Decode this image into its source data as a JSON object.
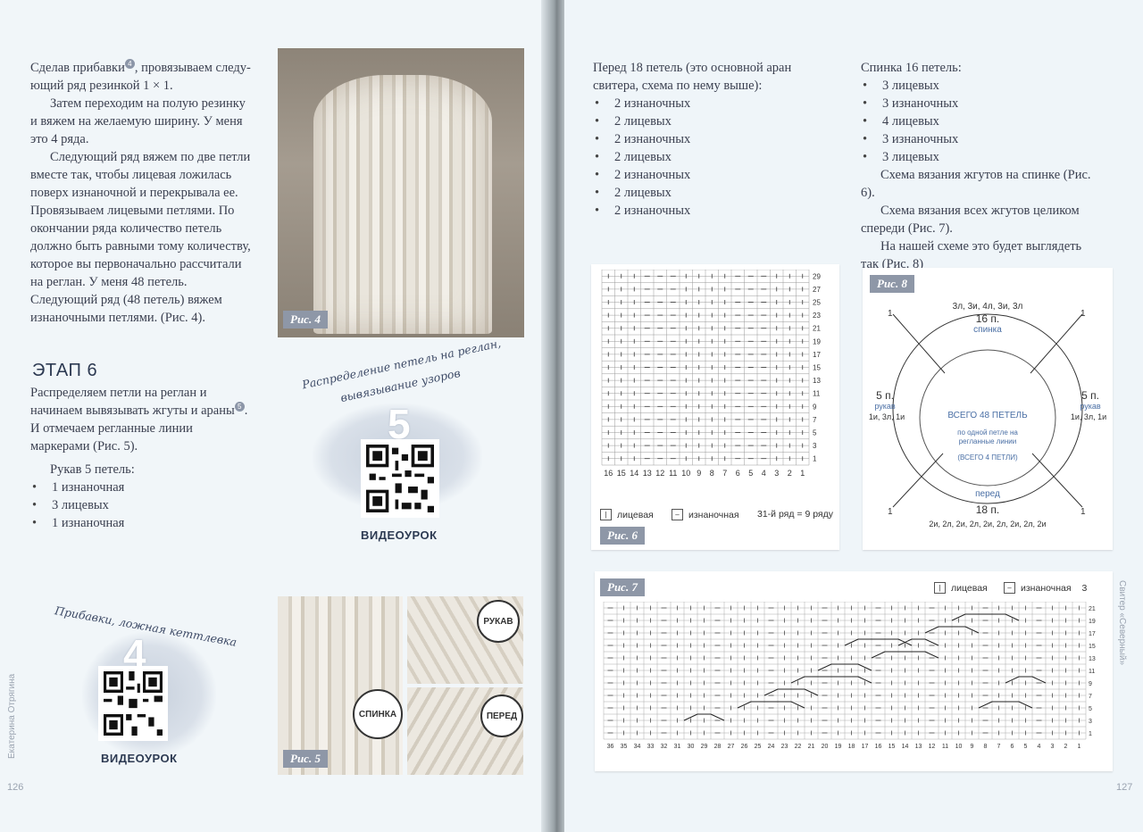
{
  "left_page": {
    "paragraph1_a": "Сделав прибавки",
    "paragraph1_sup": "4",
    "paragraph1_b": ", провязываем следу-ющий ряд резинкой 1 × 1.",
    "paragraph2": "Затем переходим на полую резинку и вяжем на желаемую ширину. У меня это 4 ряда.",
    "paragraph3": "Следующий ряд вяжем по две петли вместе так, чтобы лицевая ложилась поверх изнаночной и перекрывала ее. Провязываем лицевыми петлями. По окончании ряда количество петель должно быть равными тому количеству, которое вы первоначально рассчитали на реглан. У меня 48 петель. Следующий ряд (48 петель) вяжем изнаночными петлями. (Рис. 4).",
    "fig4_label": "Рис. 4",
    "stage_heading": "ЭТАП 6",
    "stage_text_a": "Распределяем петли на реглан и начинаем вывязывать жгуты и араны",
    "stage_sup": "5",
    "stage_text_b": ". И отмечаем регланные линии маркерами (Рис. 5).",
    "sleeve_title": "Рукав 5 петель:",
    "sleeve_items": [
      "1 изнаночная",
      "3 лицевых",
      "1 изнаночная"
    ],
    "qr5_caption_line1": "Распределение петель на реглан,",
    "qr5_caption_line2": "вывязывание узоров",
    "qr5_number": "5",
    "qr5_label": "ВИДЕОУРОК",
    "qr4_caption": "Прибавки, ложная кеттлевка",
    "qr4_number": "4",
    "qr4_label": "ВИДЕОУРОК",
    "fig5_label": "Рис. 5",
    "photo_tags": {
      "sleeve": "РУКАВ",
      "back": "СПИНКА",
      "front": "ПЕРЕД"
    },
    "side_text": "Екатерина Отрягина",
    "page_number": "126"
  },
  "right_page": {
    "front_intro": "Перед 18 петель (это основной аран свитера, схема по нему выше):",
    "front_items": [
      "2 изнаночных",
      "2 лицевых",
      "2 изнаночных",
      "2 лицевых",
      "2 изнаночных",
      "2 лицевых",
      "2 изнаночных"
    ],
    "back_intro": "Спинка 16 петель:",
    "back_items": [
      "3 лицевых",
      "3 изнаночных",
      "4 лицевых",
      "3 изнаночных",
      "3 лицевых"
    ],
    "back_p1": "Схема вязания жгутов на спинке (Рис. 6).",
    "back_p2": "Схема вязания всех жгутов целиком спереди (Рис. 7).",
    "back_p3": "На нашей схеме это будет выглядеть так (Рис. 8)",
    "fig6": {
      "label": "Рис. 6",
      "row_numbers": [
        "29",
        "27",
        "25",
        "23",
        "21",
        "19",
        "17",
        "15",
        "13",
        "11",
        "9",
        "7",
        "5",
        "3",
        "1"
      ],
      "col_numbers": [
        "16",
        "15",
        "14",
        "13",
        "12",
        "11",
        "10",
        "9",
        "8",
        "7",
        "6",
        "5",
        "4",
        "3",
        "2",
        "1"
      ],
      "legend_knit": "лицевая",
      "legend_purl": "изнаночная",
      "legend_note": "31-й ряд = 9 ряду",
      "knit_symbol": "|",
      "purl_symbol": "–"
    },
    "fig8": {
      "label": "Рис. 8",
      "top_formula": "3л, 3и, 4л, 3и, 3л",
      "top_count": "16 п.",
      "top_name": "спинка",
      "left_count": "5 п.",
      "left_name": "рукав",
      "left_formula": "1и, 3л, 1и",
      "right_count": "5 п.",
      "right_name": "рукав",
      "right_formula": "1и, 3л, 1и",
      "center_total": "ВСЕГО 48 ПЕТЕЛЬ",
      "center_note_line1": "по одной петле на",
      "center_note_line2": "регланные линии",
      "center_note_line3": "(ВСЕГО 4 ПЕТЛИ)",
      "bottom_name": "перед",
      "bottom_count": "18 п.",
      "bottom_formula": "2и, 2л, 2и, 2л, 2и, 2л, 2и, 2л, 2и",
      "corner_marks": [
        "1",
        "1",
        "1",
        "1"
      ]
    },
    "fig7": {
      "label": "Рис. 7",
      "legend_knit": "лицевая",
      "legend_purl": "изнаночная",
      "legend_extra": "3",
      "row_numbers": [
        "21",
        "19",
        "17",
        "15",
        "13",
        "11",
        "9",
        "7",
        "5",
        "3",
        "1"
      ],
      "col_numbers": [
        "36",
        "35",
        "34",
        "33",
        "32",
        "31",
        "30",
        "29",
        "28",
        "27",
        "26",
        "25",
        "24",
        "23",
        "22",
        "21",
        "20",
        "19",
        "18",
        "17",
        "16",
        "15",
        "14",
        "13",
        "12",
        "11",
        "10",
        "9",
        "8",
        "7",
        "6",
        "5",
        "4",
        "3",
        "2",
        "1"
      ]
    },
    "side_text": "Свитер «Северный»",
    "page_number": "127"
  },
  "colors": {
    "page_bg": "#f1f6f9",
    "accent": "#8e97a7",
    "heading": "#2d3a52",
    "diagram_blue": "#4a6fa5"
  }
}
